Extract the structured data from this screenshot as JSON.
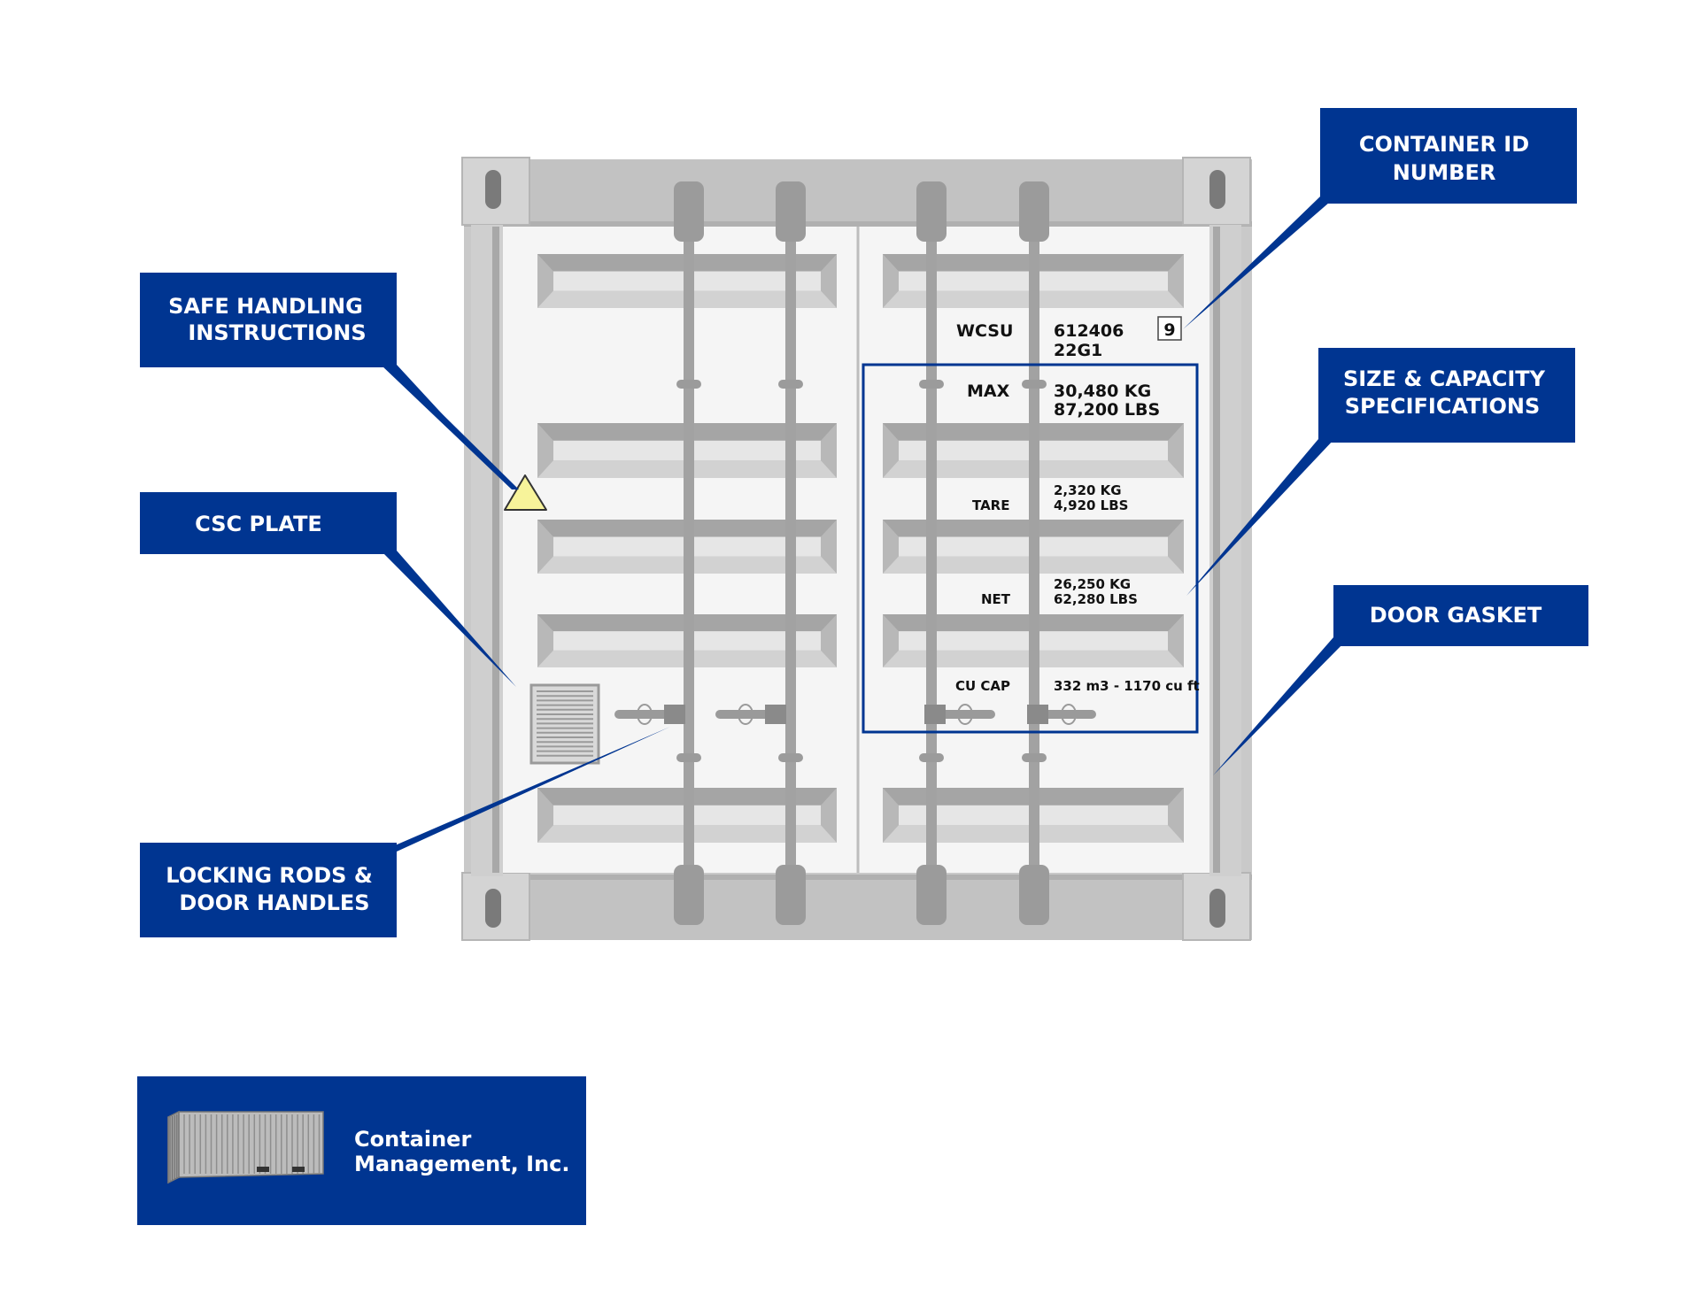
{
  "colors": {
    "brand_blue": "#003591",
    "container_gray": "#c4c4c4",
    "container_dark": "#9a9a9a",
    "door_panel": "#f5f5f5",
    "warning_yellow": "#f7f39a"
  },
  "callouts": {
    "safe_handling": [
      "SAFE  HANDLING",
      "INSTRUCTIONS"
    ],
    "csc_plate": [
      "CSC PLATE"
    ],
    "locking_rods": [
      "LOCKING RODS &",
      "DOOR HANDLES"
    ],
    "container_id": [
      "CONTAINER ID",
      "NUMBER"
    ],
    "size_capacity": [
      "SIZE & CAPACITY",
      "SPECIFICATIONS"
    ],
    "door_gasket": [
      "DOOR GASKET"
    ]
  },
  "markings": {
    "owner_code": "WCSU",
    "serial_number": "612406",
    "size_type": "22G1",
    "check_digit": "9",
    "max_label": "MAX",
    "max_kg": "30,480 KG",
    "max_lbs": "87,200 LBS",
    "tare_label": "TARE",
    "tare_kg": "2,320 KG",
    "tare_lbs": "4,920 LBS",
    "net_label": "NET",
    "net_kg": "26,250 KG",
    "net_lbs": "62,280 LBS",
    "cucap_label": "CU CAP",
    "cucap_value": "332 m3 - 1170 cu ft"
  },
  "logo": {
    "line1": "Container",
    "line2": "Management, Inc.",
    "icon": "shipping-container-icon"
  }
}
